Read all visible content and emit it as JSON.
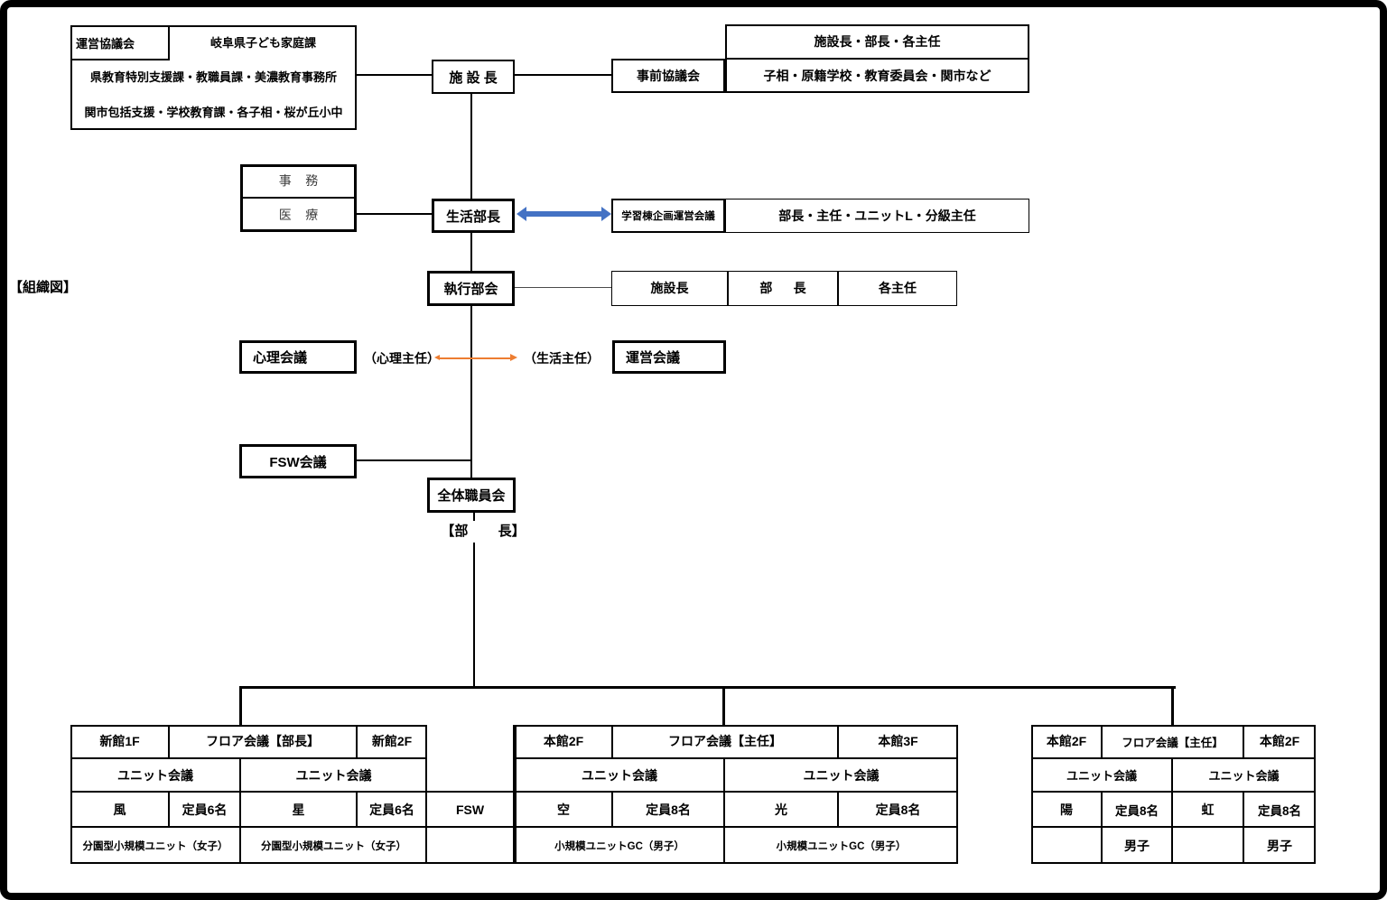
{
  "colors": {
    "arrow_blue": "#4472C4",
    "arrow_orange": "#ED7D31",
    "line_black": "#000000"
  },
  "title_label": "【組織図】",
  "org": {
    "council": "運営協議会",
    "council_line1": "岐阜県子ども家庭課",
    "council_line2": "県教育特別支援課・教職員課・美濃教育事務所",
    "council_line3": "関市包括支援・学校教育課・各子相・桜が丘小中",
    "director": "施 設 長",
    "pre_meeting": "事前協議会",
    "pre_meeting_row1": "施設長・部長・各主任",
    "pre_meeting_row2": "子相・原籍学校・教育委員会・関市など",
    "office": "事    務",
    "medical": "医    療",
    "life_director": "生活部長",
    "learning_meeting": "学習棟企画運営会議",
    "learning_members": "部長・主任・ユニットL・分級主任",
    "exec_meeting": "執行部会",
    "exec_cell1": "施設長",
    "exec_cell2": "部      長",
    "exec_cell3": "各主任",
    "psych_meeting": "心理会議",
    "psych_chief": "（心理主任）",
    "life_chief": "（生活主任）",
    "steering_meeting": "運営会議",
    "fsw_meeting": "FSW会議",
    "all_staff_meeting": "全体職員会",
    "director_caption": "【部        長】"
  },
  "tables": {
    "left": {
      "floor1": "新館1F",
      "floor_meeting": "フロア会議【部長】",
      "floor2": "新館2F",
      "unit_meeting1": "ユニット会議",
      "unit_meeting2": "ユニット会議",
      "unit1_name": "風",
      "unit1_cap": "定員6名",
      "unit2_name": "星",
      "unit2_cap": "定員6名",
      "note1": "分園型小規模ユニット（女子）",
      "note2": "分園型小規模ユニット（女子）",
      "fsw": "FSW"
    },
    "middle": {
      "floor1": "本館2F",
      "floor_meeting": "フロア会議【主任】",
      "floor2": "本館3F",
      "unit_meeting1": "ユニット会議",
      "unit_meeting2": "ユニット会議",
      "unit1_name": "空",
      "unit1_cap": "定員8名",
      "unit2_name": "光",
      "unit2_cap": "定員8名",
      "note1": "小規模ユニットGC（男子）",
      "note2": "小規模ユニットGC（男子）"
    },
    "right": {
      "floor1": "本館2F",
      "floor_meeting": "フロア会議【主任】",
      "floor2": "本館2F",
      "unit_meeting1": "ユニット会議",
      "unit_meeting2": "ユニット会議",
      "unit1_name": "陽",
      "unit1_cap": "定員8名",
      "unit2_name": "虹",
      "unit2_cap": "定員8名",
      "gender1": "男子",
      "gender2": "男子"
    }
  }
}
